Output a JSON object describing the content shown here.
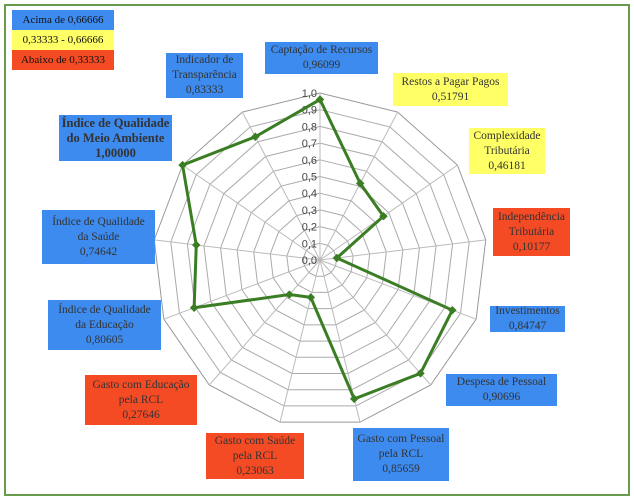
{
  "legend": [
    {
      "label": "Acima de 0,66666",
      "color": "#3d8bef"
    },
    {
      "label": "0,33333 - 0,66666",
      "color": "#ffff66"
    },
    {
      "label": "Abaixo de 0,33333",
      "color": "#f44b25"
    }
  ],
  "chart_data": {
    "type": "radar",
    "r_range": [
      0,
      1
    ],
    "r_ticks": [
      "0,0",
      "0,1",
      "0,2",
      "0,3",
      "0,4",
      "0,5",
      "0,6",
      "0,7",
      "0,8",
      "0,9",
      "1,0"
    ],
    "line_color": "#3a7d23",
    "categories": [
      {
        "name": "Captação de Recursos",
        "value": 0.96099,
        "label_value": "0,96099",
        "class": "blue"
      },
      {
        "name": "Restos a Pagar Pagos",
        "value": 0.51791,
        "label_value": "0,51791",
        "class": "yellow"
      },
      {
        "name": "Complexidade Tributária",
        "value": 0.46181,
        "label_value": "0,46181",
        "class": "yellow"
      },
      {
        "name": "Independência Tributária",
        "value": 0.10177,
        "label_value": "0,10177",
        "class": "red"
      },
      {
        "name": "Investimentos",
        "value": 0.84747,
        "label_value": "0,84747",
        "class": "blue"
      },
      {
        "name": "Despesa de Pessoal",
        "value": 0.90696,
        "label_value": "0,90696",
        "class": "blue"
      },
      {
        "name": "Gasto com Pessoal pela RCL",
        "value": 0.85659,
        "label_value": "0,85659",
        "class": "blue"
      },
      {
        "name": "Gasto com Saúde pela RCL",
        "value": 0.23063,
        "label_value": "0,23063",
        "class": "red"
      },
      {
        "name": "Gasto com Educação pela RCL",
        "value": 0.27646,
        "label_value": "0,27646",
        "class": "red"
      },
      {
        "name": "Índice de Qualidade da Educação",
        "value": 0.80605,
        "label_value": "0,80605",
        "class": "blue"
      },
      {
        "name": "Índice de Qualidade da Saúde",
        "value": 0.74642,
        "label_value": "0,74642",
        "class": "blue"
      },
      {
        "name": "Índice de Qualidade do Meio Ambiente",
        "value": 1.0,
        "label_value": "1,00000",
        "class": "blue"
      },
      {
        "name": "Indicador de Transparência",
        "value": 0.83333,
        "label_value": "0,83333",
        "class": "blue"
      }
    ]
  }
}
